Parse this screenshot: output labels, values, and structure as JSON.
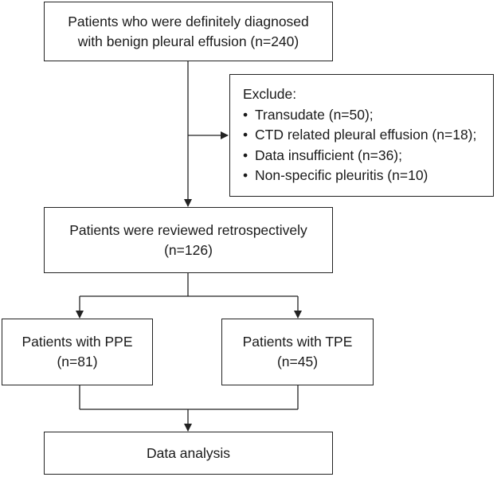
{
  "nodes": {
    "start": {
      "line1": "Patients who were definitely diagnosed",
      "line2": "with benign pleural effusion (n=240)"
    },
    "exclude": {
      "heading": "Exclude:",
      "bullet": "•",
      "items": [
        "Transudate (n=50);",
        "CTD related pleural effusion (n=18);",
        "Data insufficient (n=36);",
        "Non-specific pleuritis (n=10)"
      ]
    },
    "reviewed": {
      "line1": "Patients were reviewed retrospectively",
      "line2": "(n=126)"
    },
    "ppe": {
      "line1": "Patients with PPE",
      "line2": "(n=81)"
    },
    "tpe": {
      "line1": "Patients with TPE",
      "line2": "(n=45)"
    },
    "analysis": {
      "label": "Data analysis"
    }
  }
}
